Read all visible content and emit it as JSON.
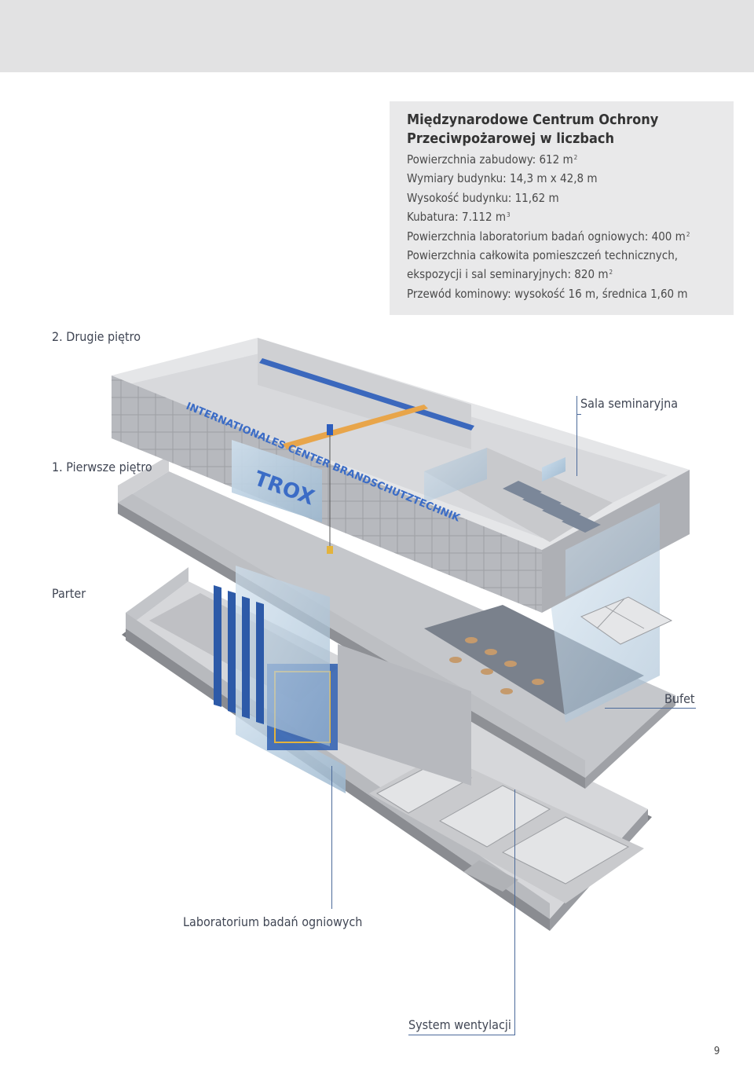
{
  "infobox": {
    "title_line1": "Międzynarodowe Centrum Ochrony",
    "title_line2": "Przeciwpożarowej w liczbach",
    "lines": [
      {
        "text": "Powierzchnia zabudowy: 612 m",
        "sup": "2"
      },
      {
        "text": "Wymiary budynku: 14,3 m x 42,8 m",
        "sup": ""
      },
      {
        "text": "Wysokość budynku: 11,62 m",
        "sup": ""
      },
      {
        "text": "Kubatura: 7.112 m",
        "sup": "3"
      },
      {
        "text": "Powierzchnia laboratorium badań ogniowych: 400 m",
        "sup": "2"
      },
      {
        "text": "Powierzchnia całkowita pomieszczeń technicznych,",
        "sup": ""
      },
      {
        "text": "ekspozycji i sal seminaryjnych: 820 m",
        "sup": "2"
      },
      {
        "text": "Przewód kominowy: wysokość 16 m, średnica 1,60 m",
        "sup": ""
      }
    ]
  },
  "floors": {
    "second": "2. Drugie piętro",
    "first": "1. Pierwsze piętro",
    "ground": "Parter"
  },
  "callouts": {
    "seminar": "Sala seminaryjna",
    "buffet": "Bufet",
    "lab": "Laboratorium badań ogniowych",
    "ventilation": "System wentylacji"
  },
  "signage": {
    "banner": "INTERNATIONALES CENTER BRANDSCHUTZTECHNIK",
    "logo": "TROX"
  },
  "page_number": "9"
}
